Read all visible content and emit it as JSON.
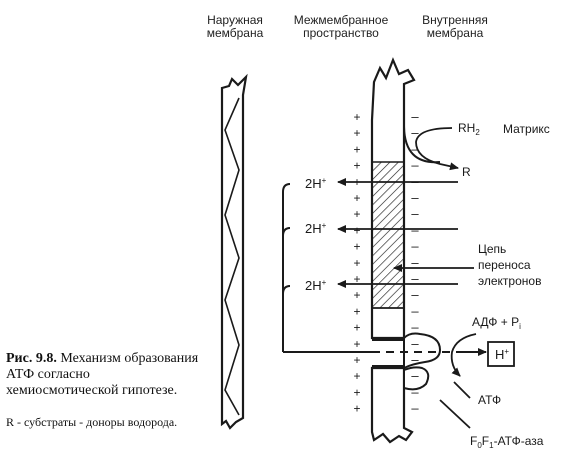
{
  "headers": {
    "outer_membrane": "Наружная мембрана",
    "intermembrane": "Межмембранное пространство",
    "inner_membrane": "Внутренняя мембрана"
  },
  "labels": {
    "rh2": "RH",
    "rh2_sub": "2",
    "matrix": "Матрикс",
    "r": "R",
    "proton": "2H",
    "proton_sup": "+",
    "chain_line1": "Цепь",
    "chain_line2": "переноса",
    "chain_line3": "электронов",
    "adp": "АДФ + P",
    "adp_sub": "i",
    "h_box": "H",
    "h_box_sup": "+",
    "atp": "АТФ",
    "f0f1_f": "F",
    "f0f1_sub0": "0",
    "f0f1_sub1": "1",
    "f0f1_rest": "-АТФ-аза",
    "plus_sign": "+",
    "minus_sign": "–"
  },
  "caption": {
    "fig_label": "Рис. 9.8.",
    "fig_text": "Механизм образования АТФ согласно хемиосмотической гипотезе.",
    "note": "R - субстраты - доноры водорода."
  },
  "colors": {
    "ink": "#1a1a1a",
    "paper": "#ffffff"
  }
}
